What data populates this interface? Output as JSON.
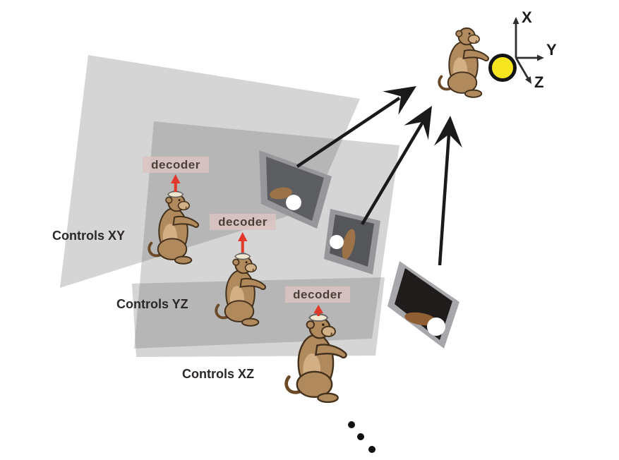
{
  "diagram": {
    "decoder_units": [
      {
        "plane_label": "Controls XY",
        "decoder_label": "decoder"
      },
      {
        "plane_label": "Controls YZ",
        "decoder_label": "decoder"
      },
      {
        "plane_label": "Controls XZ",
        "decoder_label": "decoder"
      }
    ],
    "axes": {
      "x_label": "X",
      "y_label": "Y",
      "z_label": "Z"
    },
    "ellipsis_dots": 3,
    "colors": {
      "plane_gray": "#d6d4d5",
      "plane_overlap_gray": "#b9b7b8",
      "decoder_bg": "#dbc4c2",
      "decoder_text": "#4a4038",
      "red_arrow": "#e0392b",
      "black_arrow": "#1a1a1a",
      "ball_yellow": "#f7e51f",
      "monkey_body": "#b08a5c",
      "monkey_outline": "#42301c",
      "screen_frame": "#97969a",
      "screen_dark": "#55565a",
      "screen_black": "#201c1b",
      "label_text": "#2b2826"
    }
  }
}
